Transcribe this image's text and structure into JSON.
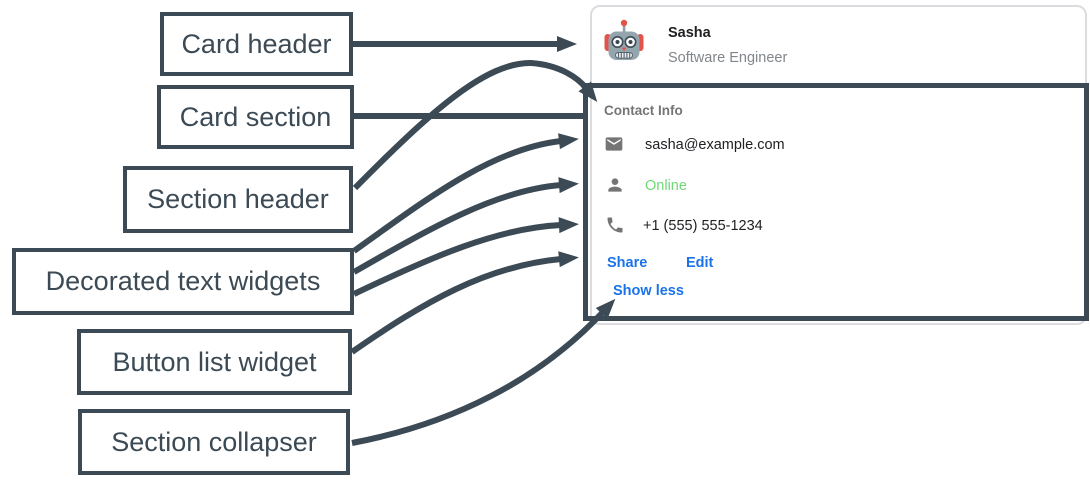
{
  "annotations": {
    "card_header": "Card header",
    "card_section": "Card section",
    "section_header": "Section header",
    "decorated_text": "Decorated text widgets",
    "button_list": "Button list widget",
    "section_collapser": "Section collapser"
  },
  "card": {
    "header": {
      "title": "Sasha",
      "subtitle": "Software Engineer",
      "avatar": "robot-avatar"
    },
    "section": {
      "header": "Contact Info",
      "rows": [
        {
          "icon": "email-icon",
          "text": "sasha@example.com"
        },
        {
          "icon": "person-icon",
          "text": "Online"
        },
        {
          "icon": "phone-icon",
          "text": "+1 (555) 555-1234"
        }
      ],
      "buttons": [
        {
          "label": "Share"
        },
        {
          "label": "Edit"
        }
      ],
      "collapser_label": "Show less"
    }
  },
  "colors": {
    "annotation_ink": "#3b4a55",
    "link_blue": "#1a73e8",
    "online_green": "#71d876",
    "muted_gray": "#757575",
    "dark_text": "#202124",
    "card_border": "#dadce0"
  }
}
